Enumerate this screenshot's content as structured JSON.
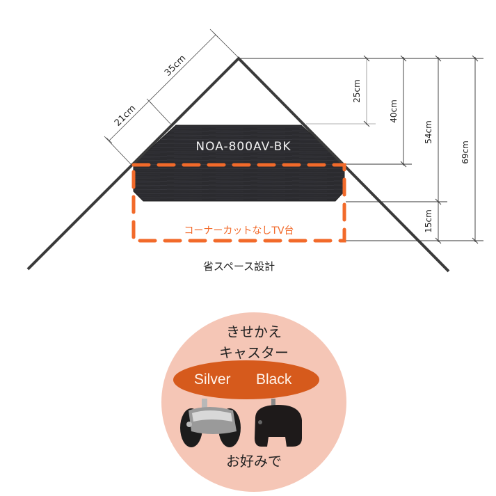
{
  "diagram": {
    "product_model": "NOA-800AV-BK",
    "corner_cut_note": "コーナーカットなしTV台",
    "caption": "省スペース設計",
    "dimensions": {
      "diagonal_outer": "35cm",
      "diagonal_inner": "21cm",
      "height_25": "25cm",
      "height_40": "40cm",
      "height_54": "54cm",
      "height_69": "69cm",
      "height_15": "15cm"
    },
    "colors": {
      "wall_line": "#3a3a3a",
      "stand_fill": "#2b2b2f",
      "dashed_outline": "#f26a2a",
      "dimension_line": "#333333"
    }
  },
  "caster_panel": {
    "title_line1": "きせかえ",
    "title_line2": "キャスター",
    "option_silver": "Silver",
    "option_black": "Black",
    "footer": "お好みで",
    "colors": {
      "panel_bg": "#f5c6b6",
      "pill_bg": "#d65a1c",
      "pill_text": "#fff4ec"
    }
  }
}
